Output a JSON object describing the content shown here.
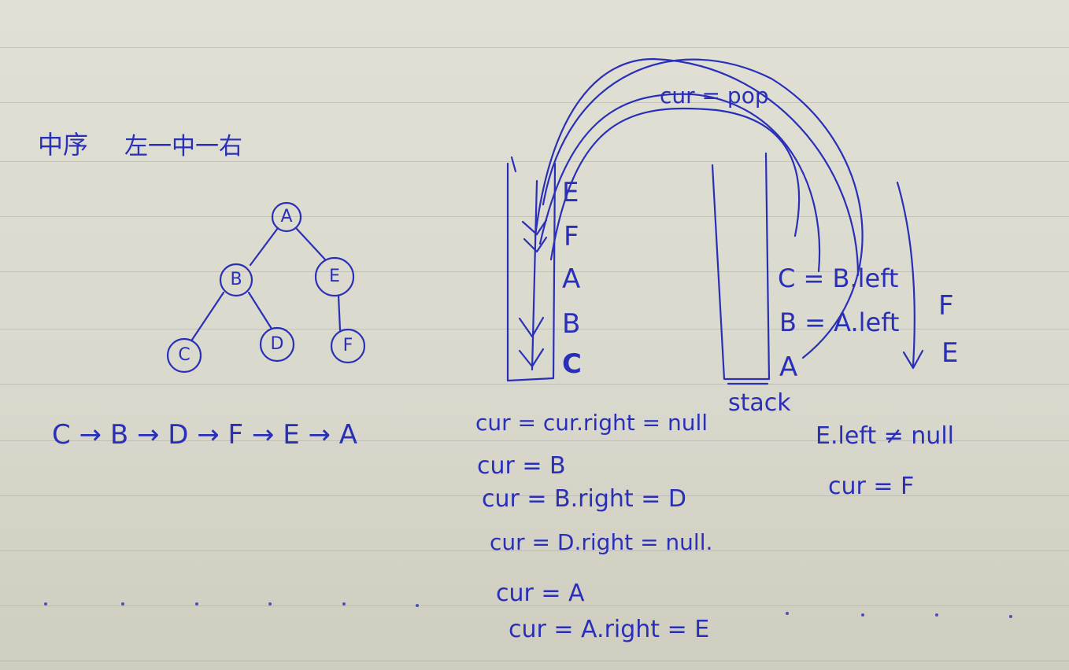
{
  "heading": {
    "title": "中序",
    "rule": "左一中一右"
  },
  "tree": {
    "nodes": {
      "a": "A",
      "b": "B",
      "e": "E",
      "c": "C",
      "d": "D",
      "f": "F"
    }
  },
  "traversal": "C → B → D → F → E → A",
  "stack_left": {
    "e": "E",
    "f": "F",
    "a": "A",
    "b": "B",
    "c": "C"
  },
  "stack_right": {
    "c": "C = B.left",
    "b": "B = A.left",
    "a": "A",
    "label": "stack"
  },
  "cur_pop": "cur = pop",
  "right_list": {
    "f": "F",
    "e": "E"
  },
  "steps": [
    "cur = cur.right = null",
    "cur = B",
    "cur = B.right = D",
    "cur = D.right = null.",
    "cur = A",
    "cur = A.right = E"
  ],
  "right_notes": {
    "line1": "E.left ≠ null",
    "line2": "cur = F"
  },
  "colors": {
    "ink": "#2a2fb8",
    "paper": "#e1e0d5"
  }
}
